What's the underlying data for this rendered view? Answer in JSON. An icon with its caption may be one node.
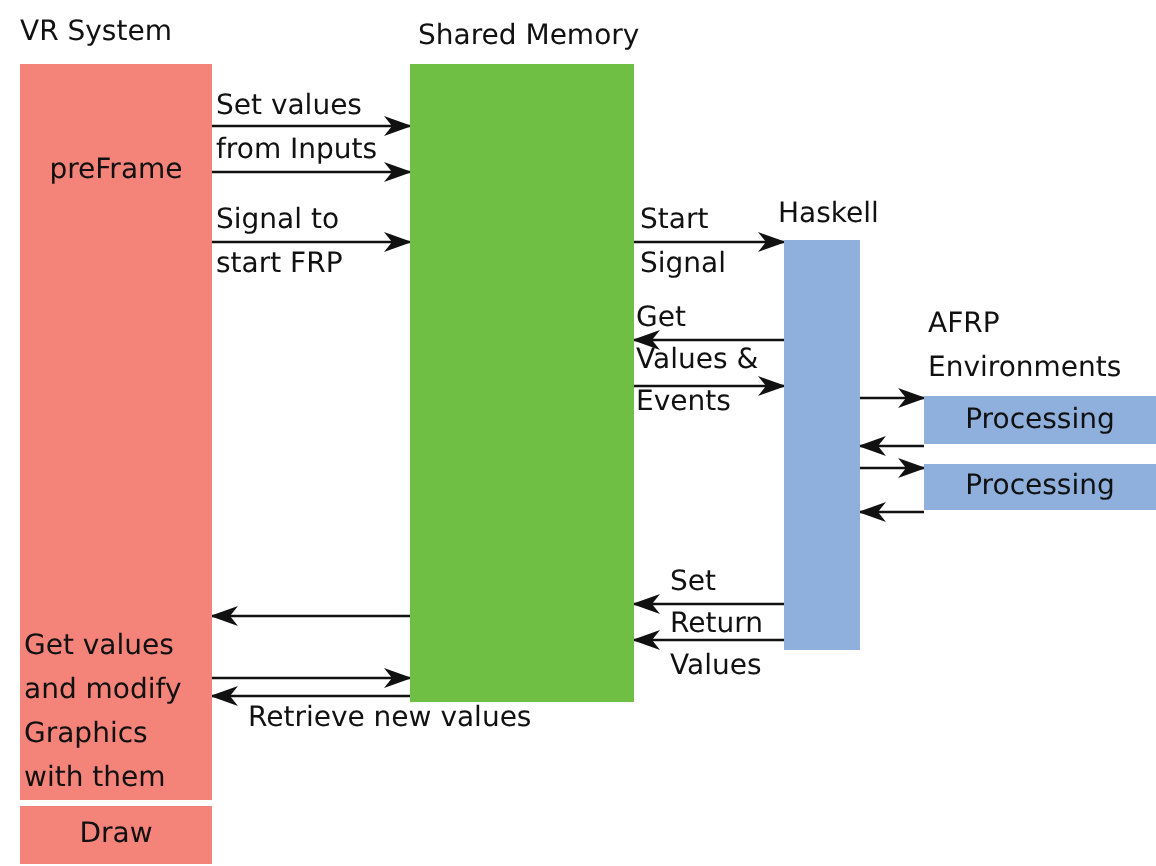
{
  "diagram": {
    "nodes": [
      {
        "text": [
          "VR System",
          "preFrame",
          "Get values and modify Graphics with them"
        ]
      },
      {
        "text": [
          "Draw"
        ]
      },
      {
        "text": [
          "Shared Memory"
        ]
      },
      {
        "text": [
          "Haskell"
        ]
      },
      {
        "text": [
          "Processing"
        ]
      },
      {
        "text": [
          "Processing"
        ]
      }
    ],
    "edges": [
      {
        "from": 0,
        "to": 2,
        "arrow": "to",
        "label": "Set values from Inputs"
      },
      {
        "from": 0,
        "to": 2,
        "arrow": "to"
      },
      {
        "from": 0,
        "to": 2,
        "arrow": "to",
        "label": "Signal to start FRP"
      },
      {
        "from": 2,
        "to": 3,
        "arrow": "to",
        "label": "Start Signal"
      },
      {
        "from": 3,
        "to": 2,
        "arrow": "to",
        "label": "Get Values & Events"
      },
      {
        "from": 2,
        "to": 3,
        "arrow": "to"
      },
      {
        "from": 3,
        "to": 4,
        "arrow": "to"
      },
      {
        "from": 4,
        "to": 3,
        "arrow": "to"
      },
      {
        "from": 3,
        "to": 5,
        "arrow": "to"
      },
      {
        "from": 5,
        "to": 3,
        "arrow": "to"
      },
      {
        "from": 3,
        "to": 2,
        "arrow": "to",
        "label": "Set Return Values"
      },
      {
        "from": 3,
        "to": 2,
        "arrow": "to"
      },
      {
        "from": 2,
        "to": 0,
        "arrow": "to"
      },
      {
        "from": 0,
        "to": 2,
        "arrow": "to"
      },
      {
        "from": 2,
        "to": 0,
        "arrow": "to",
        "label": "Retrieve new values"
      }
    ],
    "labels": [
      "AFRP Environments"
    ]
  }
}
